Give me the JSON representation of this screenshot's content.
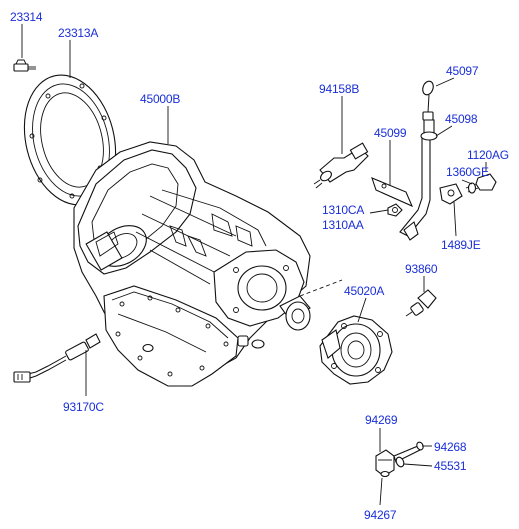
{
  "diagram": {
    "labels": {
      "p23314": "23314",
      "p23313A": "23313A",
      "p45000B": "45000B",
      "p94158B": "94158B",
      "p45099": "45099",
      "p45097": "45097",
      "p45098": "45098",
      "p1120AG": "1120AG",
      "p1360GE": "1360GE",
      "p1310CA": "1310CA",
      "p1310AA": "1310AA",
      "p1489JE": "1489JE",
      "p93860": "93860",
      "p45020A": "45020A",
      "p93170C": "93170C",
      "p94269": "94269",
      "p94268": "94268",
      "p45531": "45531",
      "p94267": "94267"
    },
    "label_color": "#1a2fd8"
  }
}
